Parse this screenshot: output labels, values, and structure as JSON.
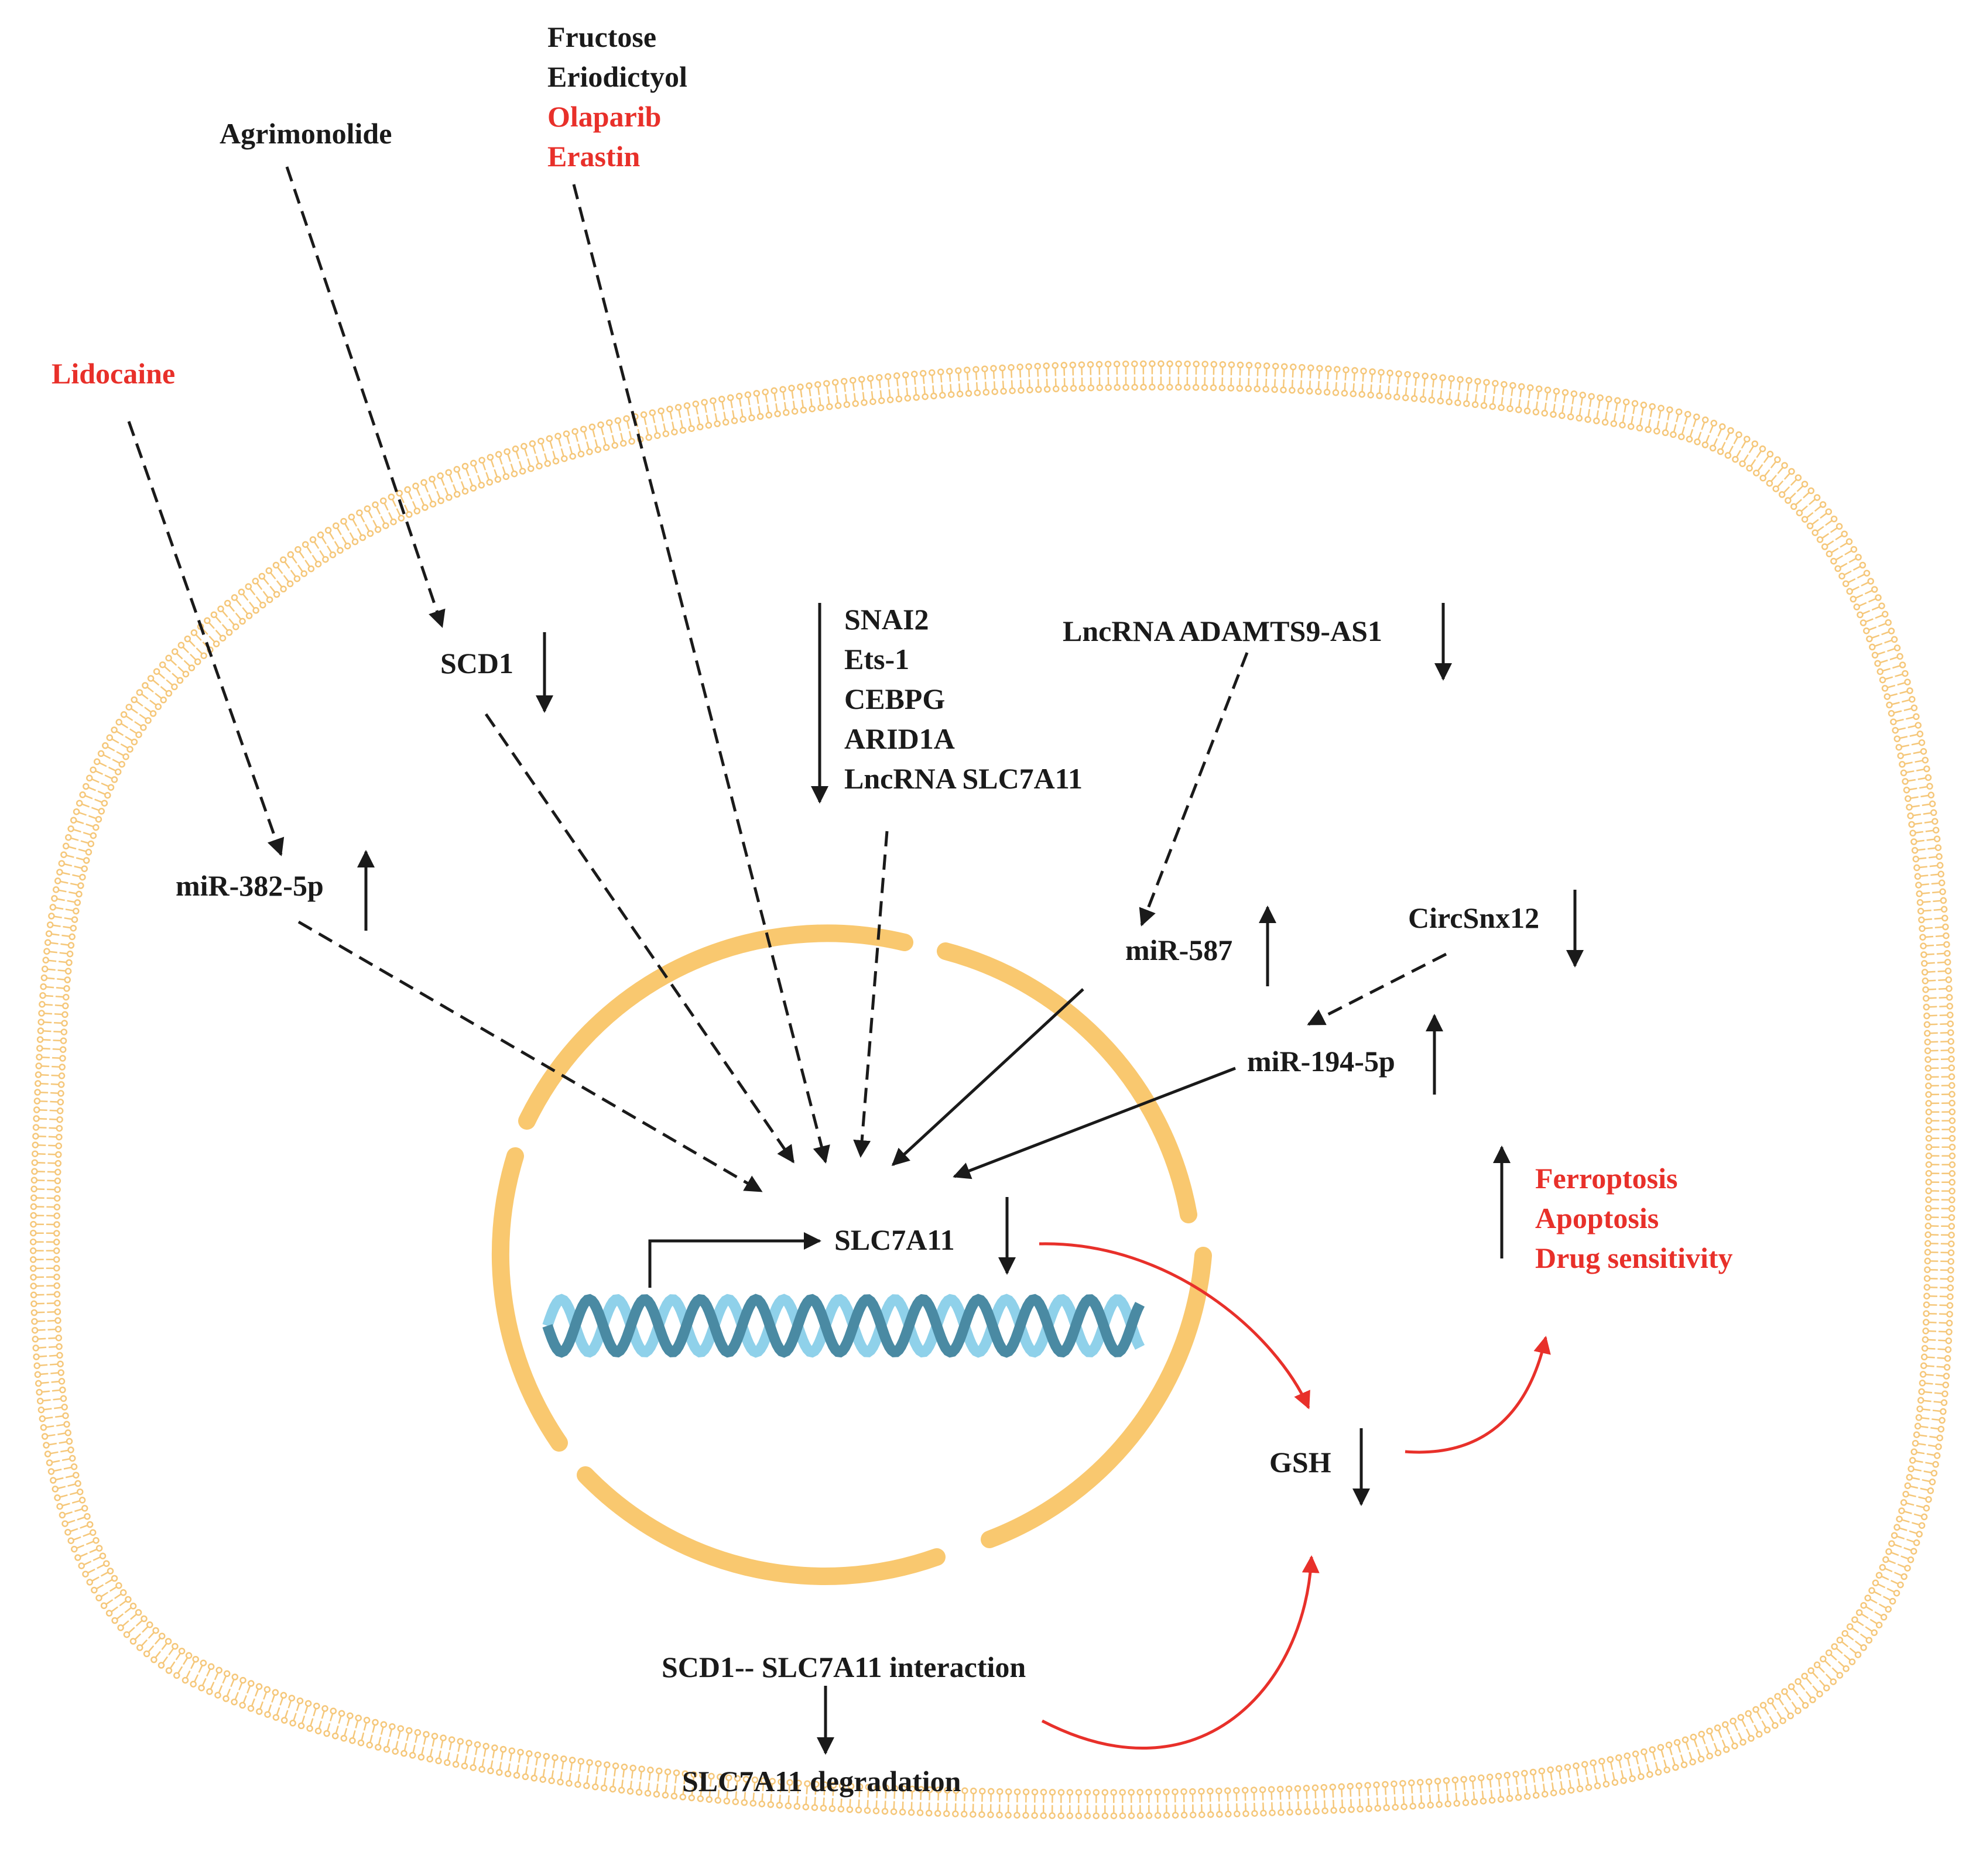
{
  "inducers": {
    "fructose": "Fructose",
    "eriodictyol": "Eriodictyol",
    "olaparib": "Olaparib",
    "erastin": "Erastin",
    "agrimonolide": "Agrimonolide",
    "lidocaine": "Lidocaine"
  },
  "regulators": {
    "scd1": "SCD1",
    "mir382": "miR-382-5p",
    "tf_list": [
      "SNAI2",
      "Ets-1",
      "CEBPG",
      "ARID1A",
      "LncRNA SLC7A11"
    ],
    "lnc_adamts": "LncRNA ADAMTS9-AS1",
    "mir587": "miR-587",
    "circsnx12": "CircSnx12",
    "mir194": "miR-194-5p"
  },
  "core": {
    "slc7a11": "SLC7A11",
    "gsh": "GSH"
  },
  "outcomes": [
    "Ferroptosis",
    "Apoptosis",
    "Drug sensitivity"
  ],
  "bottom": {
    "interaction": "SCD1-- SLC7A11 interaction",
    "degradation": "SLC7A11 degradation"
  },
  "colors": {
    "inhibitor_text": "#e8302a",
    "default_text": "#1a1a1a",
    "membrane": "#f5c77a",
    "nuclear_envelope": "#f9c86f",
    "dna_dark": "#4a8aa3",
    "dna_light": "#8fd1ea",
    "red_arrow": "#e8302a"
  }
}
